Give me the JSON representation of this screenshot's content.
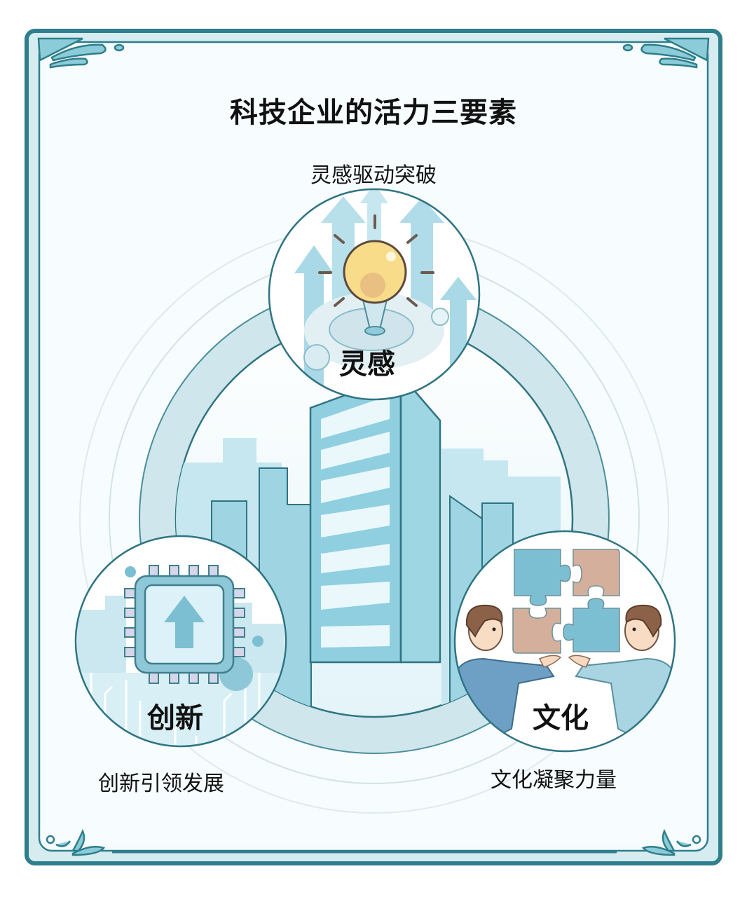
{
  "title": "科技企业的活力三要素",
  "elements": [
    {
      "key": "inspiration",
      "label": "灵感",
      "caption": "灵感驱动突破",
      "icon": "lightbulb-icon",
      "position": "top"
    },
    {
      "key": "innovation",
      "label": "创新",
      "caption": "创新引领发展",
      "icon": "chip-icon",
      "position": "bottom-left"
    },
    {
      "key": "culture",
      "label": "文化",
      "caption": "文化凝聚力量",
      "icon": "puzzle-teamwork-icon",
      "position": "bottom-right"
    }
  ],
  "center": {
    "icon": "office-building-icon"
  },
  "colors": {
    "frame": "#2e7e8c",
    "frame_fill": "#d6ecf1",
    "background": "#f5fbfd",
    "ring_band": "#cfe6ec",
    "ring_stroke": "#2f7482",
    "building": "#8fcfe0",
    "building_dark": "#7bbfd2",
    "bulb": "#f8dc8a",
    "puzzle_blue": "#7cbfd2",
    "puzzle_tan": "#d4b09c",
    "text": "#111111"
  }
}
